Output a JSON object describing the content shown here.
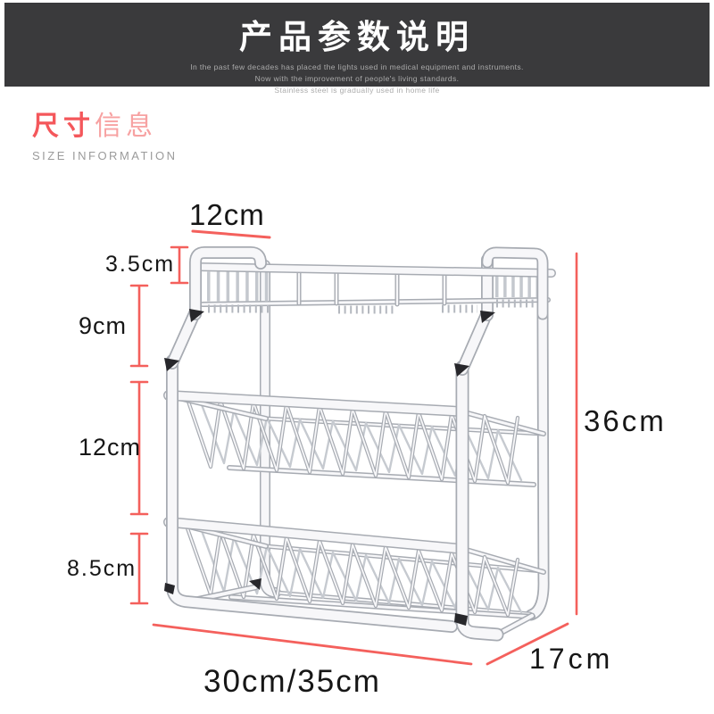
{
  "header": {
    "title": "产品参数说明",
    "subtitle_lines": [
      "In the past few decades has placed the lights used in medical equipment and instruments.",
      "Now with the improvement of people's living standards.",
      "Stainless steel is gradually used in home life"
    ],
    "bg_color": "#3a3a3c"
  },
  "section": {
    "title_primary": "尺寸",
    "title_secondary": "信息",
    "subtitle": "SIZE INFORMATION",
    "accent_color": "#f4575b"
  },
  "diagram": {
    "subject": "three-tier kitchen spice rack line drawing",
    "dimension_line_color": "#f4605c",
    "dimensions": {
      "top_width": "12cm",
      "basket_height": "3.5cm",
      "tier1_gap": "9cm",
      "tier2_gap": "12cm",
      "tier3_gap": "8.5cm",
      "total_height": "36cm",
      "bottom_width": "30cm/35cm",
      "depth": "17cm"
    }
  }
}
